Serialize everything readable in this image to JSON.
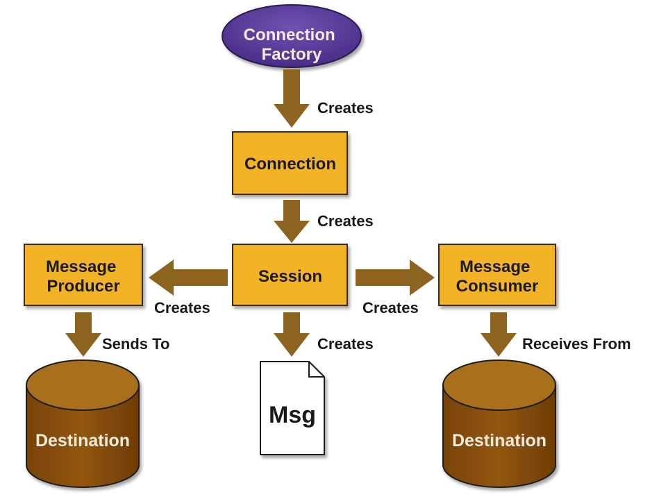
{
  "colors": {
    "factory": "#5b3c9c",
    "box": "#f2b428",
    "arrow": "#8c6420",
    "destination": "#8a4e08",
    "destination_top": "#a8701c"
  },
  "nodes": {
    "connection_factory": [
      "Connection",
      "Factory"
    ],
    "connection": "Connection",
    "session": "Session",
    "message_producer": [
      "Message",
      "Producer"
    ],
    "message_consumer": [
      "Message",
      "Consumer"
    ],
    "destination_left": "Destination",
    "destination_right": "Destination",
    "msg": "Msg"
  },
  "edges": {
    "factory_to_connection": "Creates",
    "connection_to_session": "Creates",
    "session_to_producer": "Creates",
    "session_to_consumer": "Creates",
    "session_to_msg": "Creates",
    "producer_to_destination": "Sends To",
    "consumer_from_destination": "Receives From"
  }
}
